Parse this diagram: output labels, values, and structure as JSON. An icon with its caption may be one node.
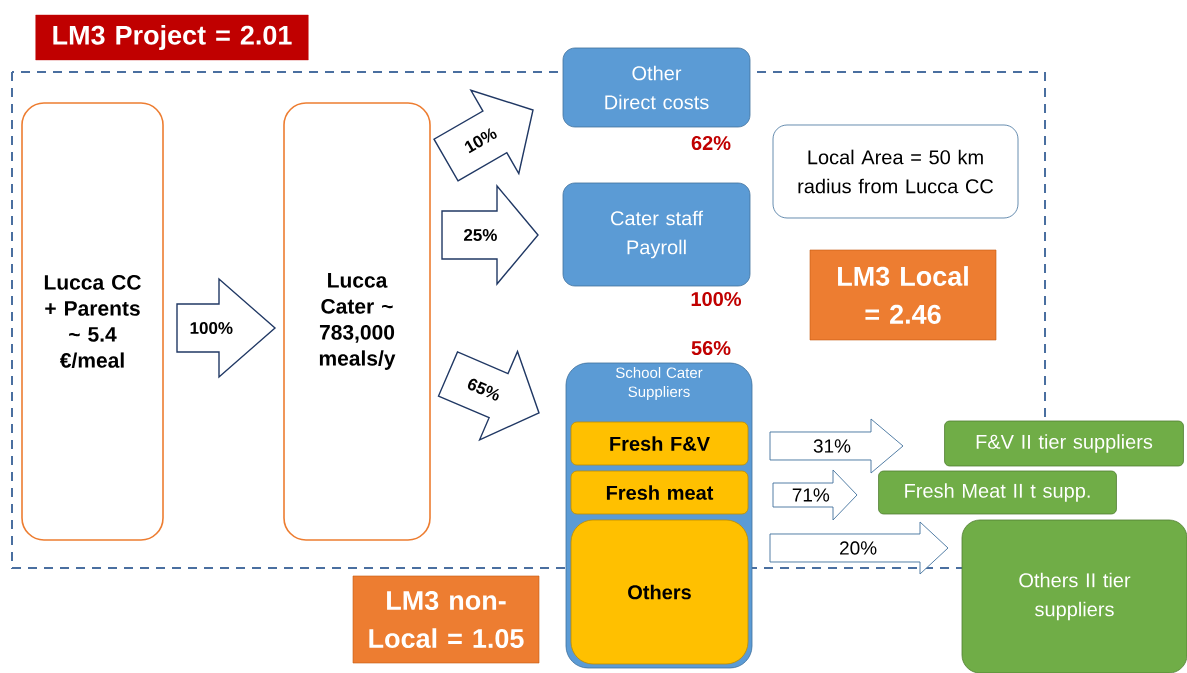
{
  "diagram": {
    "nodes": [
      {
        "text": [
          "Lucca CC + Parents ~ 5.4 €/meal"
        ]
      },
      {
        "text": [
          "Lucca Cater ~ 783,000 meals/y"
        ]
      },
      {
        "text": [
          "Other Direct costs"
        ],
        "beside": [
          "62%"
        ]
      },
      {
        "text": [
          "Cater staff Payroll"
        ],
        "beside": [
          "100%"
        ]
      },
      {
        "text": [
          "School Cater Suppliers"
        ],
        "beside": [
          "56%"
        ]
      },
      {
        "text": [
          "Fresh F&V"
        ],
        "in": 4
      },
      {
        "text": [
          "Fresh meat"
        ],
        "in": 4
      },
      {
        "text": [
          "Others"
        ],
        "in": 4
      },
      {
        "text": [
          "F&V II tier suppliers"
        ]
      },
      {
        "text": [
          "Fresh Meat II t supp."
        ]
      },
      {
        "text": [
          "Others II tier suppliers"
        ]
      },
      {
        "text": [
          "Local Area = 50 km radius from Lucca CC"
        ]
      },
      {
        "text": [
          "LM3 Local = 2.46"
        ]
      },
      {
        "text": [
          "LM3 non-Local = 1.05"
        ]
      },
      {
        "text": [
          "LM3 Project = 2.01"
        ]
      }
    ],
    "edges": [
      {
        "from": 0,
        "to": 1,
        "arrow": "to",
        "label": "100%"
      },
      {
        "from": 1,
        "to": 2,
        "arrow": "to",
        "label": "10%"
      },
      {
        "from": 1,
        "to": 3,
        "arrow": "to",
        "label": "25%"
      },
      {
        "from": 1,
        "to": 4,
        "arrow": "to",
        "label": "65%"
      },
      {
        "from": 5,
        "to": 8,
        "arrow": "to",
        "label": "31%",
        "color": "#41719c"
      },
      {
        "from": 6,
        "to": 9,
        "arrow": "to",
        "label": "71%",
        "color": "#41719c"
      },
      {
        "from": 7,
        "to": 10,
        "arrow": "to",
        "label": "20%",
        "color": "#41719c"
      }
    ]
  }
}
